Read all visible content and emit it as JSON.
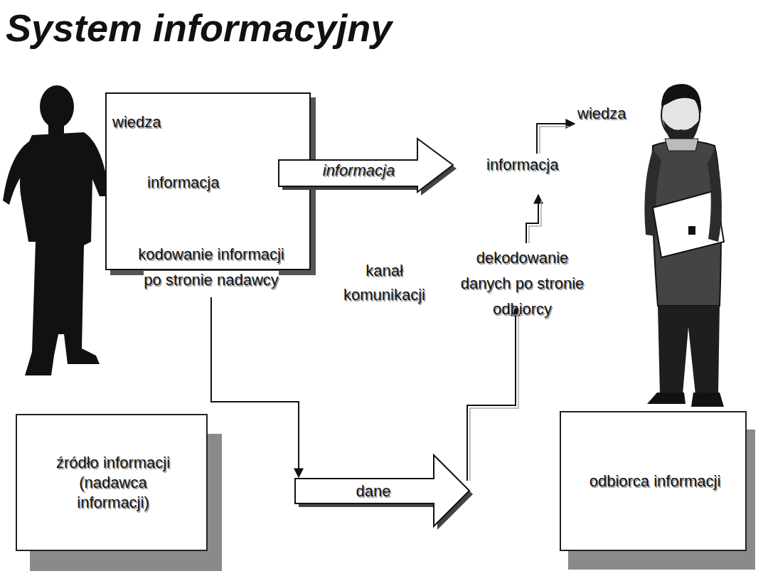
{
  "diagram": {
    "title": "System informacyjny",
    "nodes": [
      {
        "text": [
          "wiedza",
          "informacja",
          "kodowanie informacji po stronie nadawcy"
        ]
      },
      {
        "text": [
          "informacja"
        ]
      },
      {
        "text": [
          "dane"
        ]
      },
      {
        "text": [
          "źródło informacji (nadawca informacji)"
        ]
      },
      {
        "text": [
          "odbiorca informacji"
        ]
      }
    ],
    "edges": [
      {
        "from": 0,
        "to": 2,
        "arrow": "to"
      }
    ],
    "labels": [
      "kanał komunikacji",
      "informacja",
      "dekodowanie danych po stronie odbiorcy",
      "wiedza"
    ]
  }
}
